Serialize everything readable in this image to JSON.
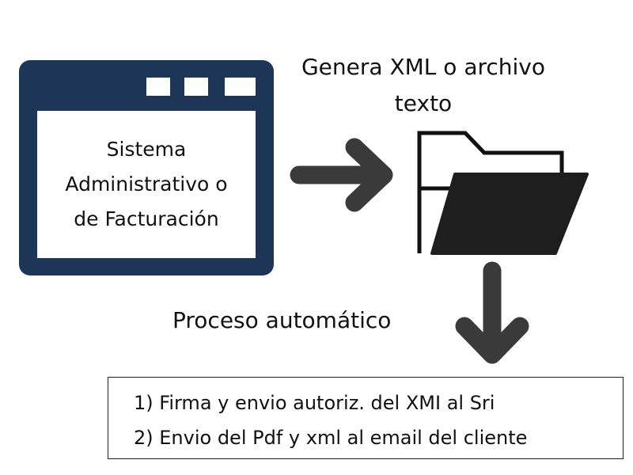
{
  "window_box": {
    "lines": [
      "Sistema",
      "Administrativo o",
      "de Facturación"
    ]
  },
  "output_label": {
    "lines": [
      "Genera XML o archivo",
      "texto"
    ]
  },
  "process_label": "Proceso automático",
  "steps": [
    "1) Firma y envio autoriz. del XMI al Sri",
    "2) Envio del Pdf y xml al email del cliente"
  ],
  "colors": {
    "window": "#1d3658",
    "arrow": "#3a3a3a",
    "folder": "#1e1e1e"
  }
}
